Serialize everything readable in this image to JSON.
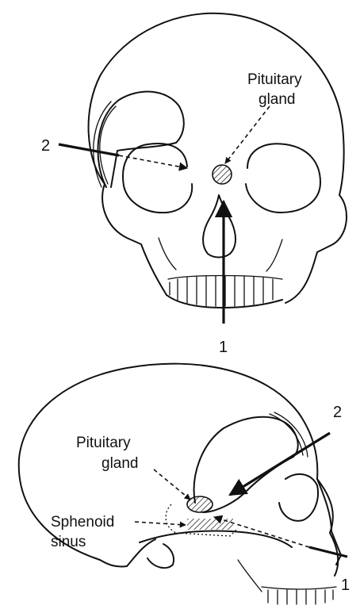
{
  "front_view": {
    "pituitary_label_line1": "Pituitary",
    "pituitary_label_line2": "gland",
    "arrow_1_label": "1",
    "arrow_2_label": "2"
  },
  "side_view": {
    "pituitary_label_line1": "Pituitary",
    "pituitary_label_line2": "gland",
    "sphenoid_label_line1": "Sphenoid",
    "sphenoid_label_line2": "sinus",
    "arrow_1_label": "1",
    "arrow_2_label": "2"
  },
  "colors": {
    "ink": "#111111",
    "background": "#ffffff"
  }
}
